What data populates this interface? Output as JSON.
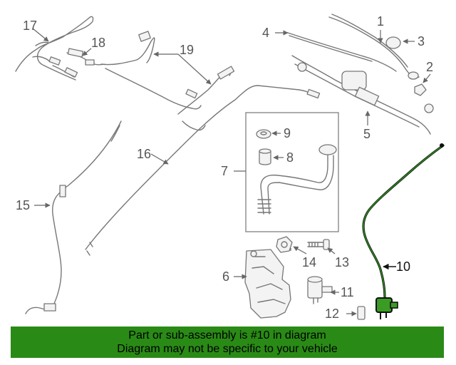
{
  "diagram": {
    "callouts": [
      "1",
      "2",
      "3",
      "4",
      "5",
      "6",
      "7",
      "8",
      "9",
      "10",
      "11",
      "12",
      "13",
      "14",
      "15",
      "16",
      "17",
      "18",
      "19"
    ],
    "highlighted_callout": "10"
  },
  "banner": {
    "line1": "Part or sub-assembly is #10 in diagram",
    "line2": "Diagram may not be specific to your vehicle",
    "color": "#2a8a16"
  }
}
